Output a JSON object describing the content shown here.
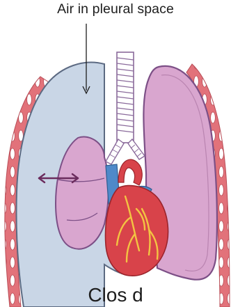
{
  "diagram": {
    "callout_label": "Air in pleural space",
    "caption_partial": "Clos d"
  },
  "colors": {
    "pleural_air": "#c9d6e6",
    "pleural_outline": "#5c6a82",
    "lung_tissue": "#d9a6cf",
    "lung_outline": "#7c4f86",
    "rib_wall": "#e2727a",
    "rib_segment": "#ffffff",
    "heart": "#d8434a",
    "heart_vessel_blue": "#4f89c9",
    "coronary": "#f3c442",
    "arrow": "#6b2c5d",
    "trachea": "#ffffff",
    "trachea_outline": "#8a6a9b"
  },
  "icons": [
    "callout-arrow",
    "double-headed-arrow"
  ]
}
